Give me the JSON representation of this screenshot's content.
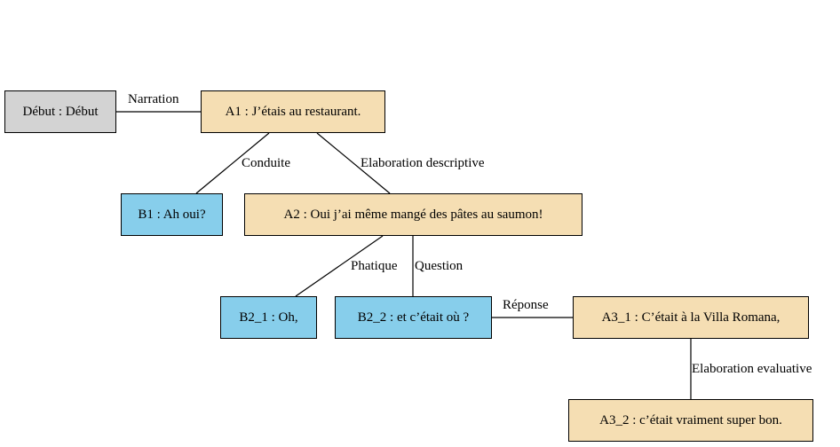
{
  "nodes": {
    "debut": {
      "text": "Début : Début",
      "color": "#d3d3d3"
    },
    "a1": {
      "text": "A1 : J’étais au restaurant.",
      "color": "#f5deb3"
    },
    "b1": {
      "text": "B1 : Ah oui?",
      "color": "#87ceeb"
    },
    "a2": {
      "text": "A2 : Oui j’ai même mangé des pâtes au saumon!",
      "color": "#f5deb3"
    },
    "b2_1": {
      "text": "B2_1 : Oh,",
      "color": "#87ceeb"
    },
    "b2_2": {
      "text": "B2_2 : et c’était où ?",
      "color": "#87ceeb"
    },
    "a3_1": {
      "text": "A3_1 : C’était à la Villa Romana,",
      "color": "#f5deb3"
    },
    "a3_2": {
      "text": "A3_2 : c’était vraiment super bon.",
      "color": "#f5deb3"
    }
  },
  "edges": {
    "narration": "Narration",
    "conduite": "Conduite",
    "elaboration_descriptive": "Elaboration descriptive",
    "phatique": "Phatique",
    "question": "Question",
    "reponse": "Réponse",
    "elaboration_evaluative": "Elaboration evaluative"
  }
}
